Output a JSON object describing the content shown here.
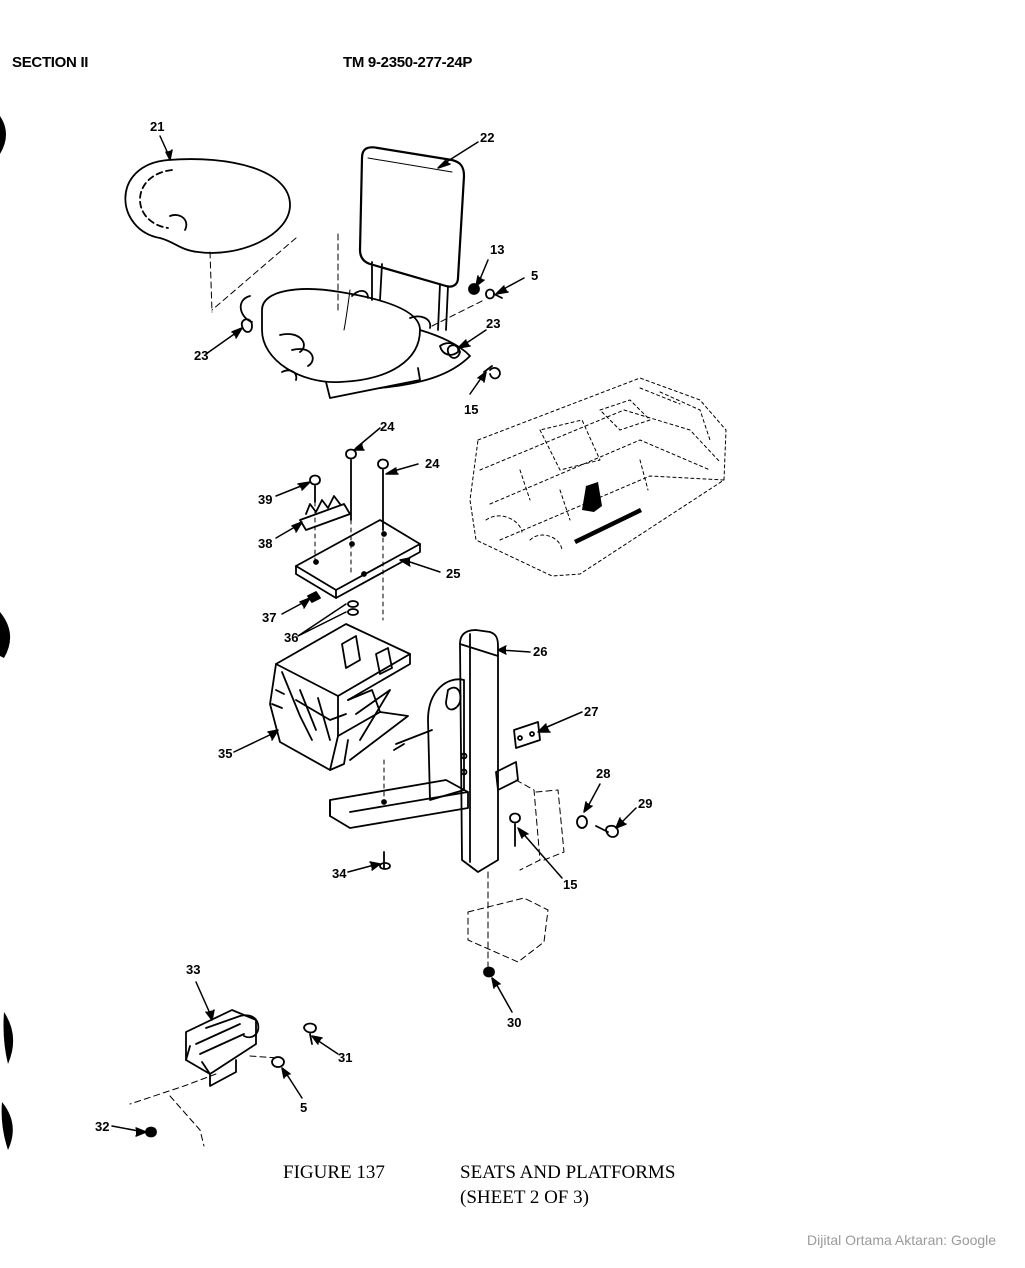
{
  "header": {
    "section": "SECTION II",
    "tm_number": "TM 9-2350-277-24P"
  },
  "callouts": {
    "c21": "21",
    "c22": "22",
    "c13": "13",
    "c5a": "5",
    "c23a": "23",
    "c23b": "23",
    "c15a": "15",
    "c24a": "24",
    "c24b": "24",
    "c39": "39",
    "c38": "38",
    "c25": "25",
    "c37": "37",
    "c36": "36",
    "c26": "26",
    "c27": "27",
    "c35": "35",
    "c28": "28",
    "c29": "29",
    "c34": "34",
    "c15b": "15",
    "c30": "30",
    "c33": "33",
    "c31": "31",
    "c5b": "5",
    "c32": "32"
  },
  "caption": {
    "figure": "FIGURE 137",
    "title_line1": "SEATS AND PLATFORMS",
    "title_line2": "(SHEET 2 OF 3)"
  },
  "credit": "Dijital Ortama Aktaran: Google"
}
